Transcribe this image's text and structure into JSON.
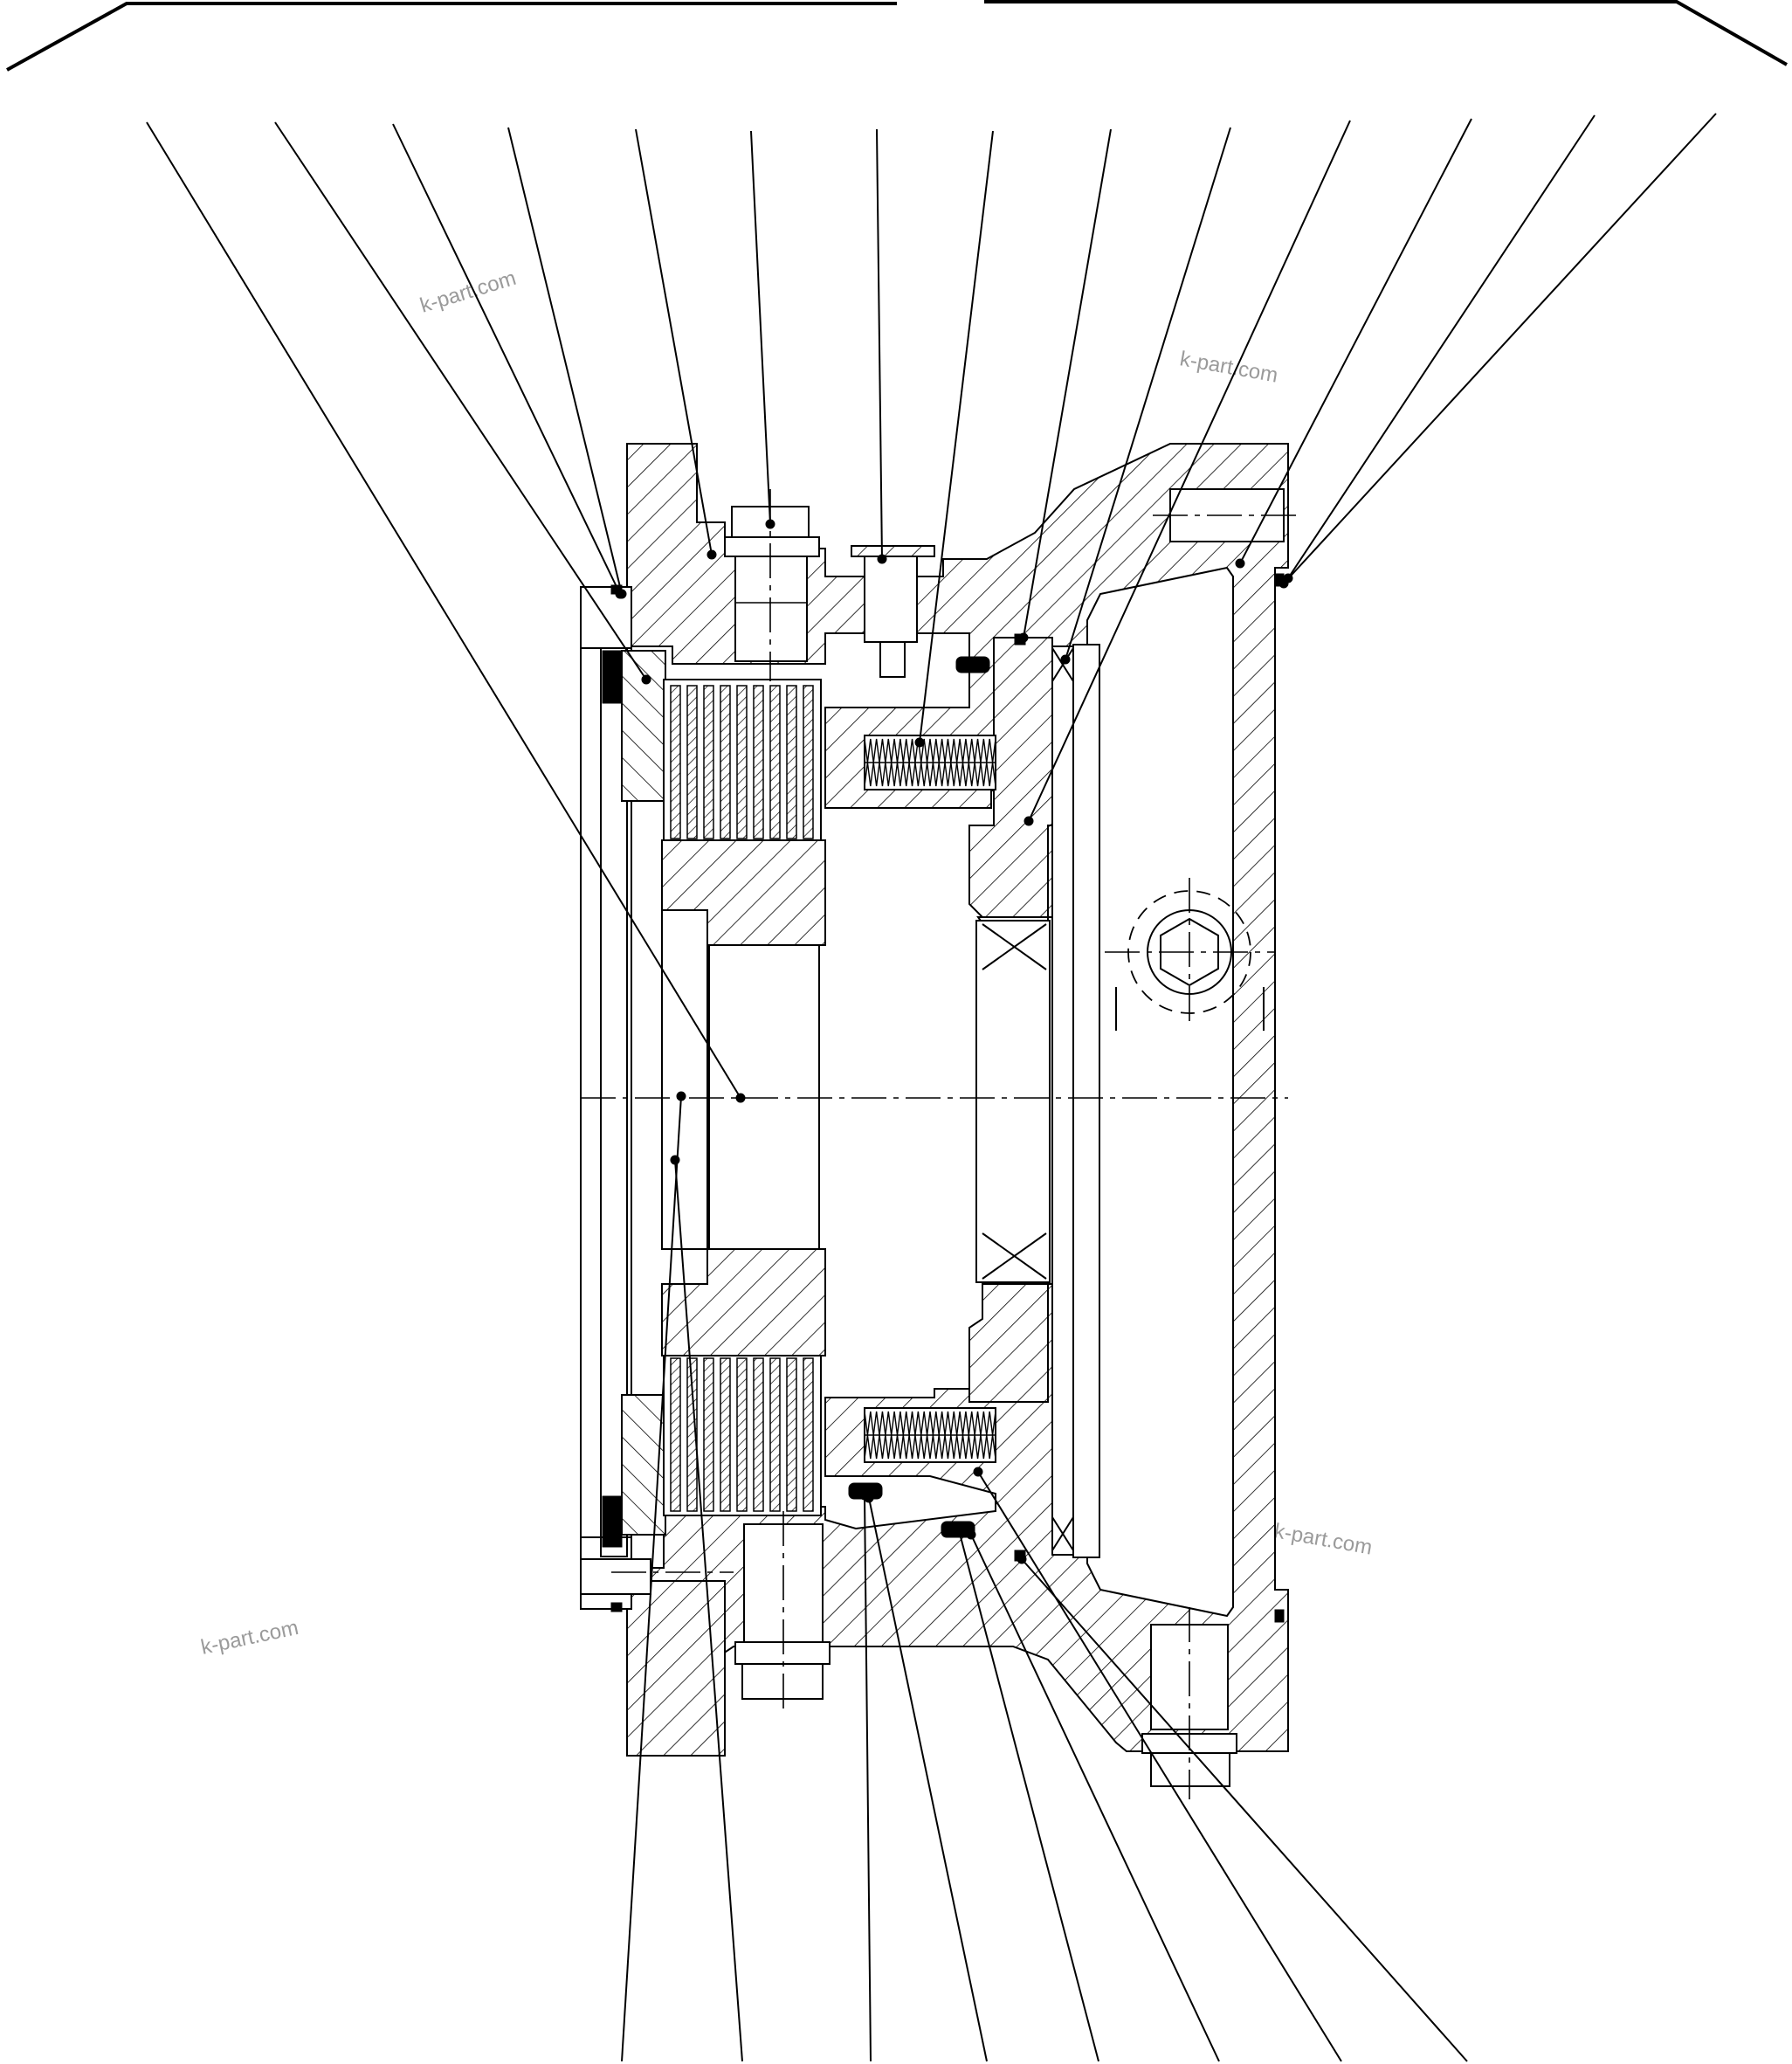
{
  "drawing": {
    "watermarks": [
      "k-part.com",
      "k-part.com",
      "k-part.com",
      "k-part.com"
    ],
    "colors": {
      "line": "#000000",
      "background": "#ffffff",
      "watermark": "#9a9a9a"
    }
  }
}
